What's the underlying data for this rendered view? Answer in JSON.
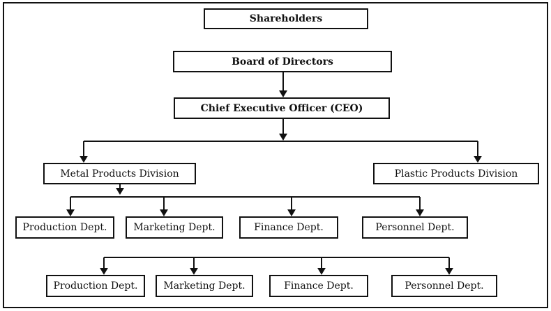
{
  "nodes": {
    "shareholders": "Shareholders",
    "board": "Board of Directors",
    "ceo": "Chief Executive Officer (CEO)",
    "metal": "Metal Products Division",
    "plastic": "Plastic Products Division",
    "metal_depts": [
      "Production Dept.",
      "Marketing Dept.",
      "Finance Dept.",
      "Personnel Dept."
    ],
    "plastic_depts": [
      "Production Dept.",
      "Marketing Dept.",
      "Finance Dept.",
      "Personnel Dept."
    ]
  }
}
